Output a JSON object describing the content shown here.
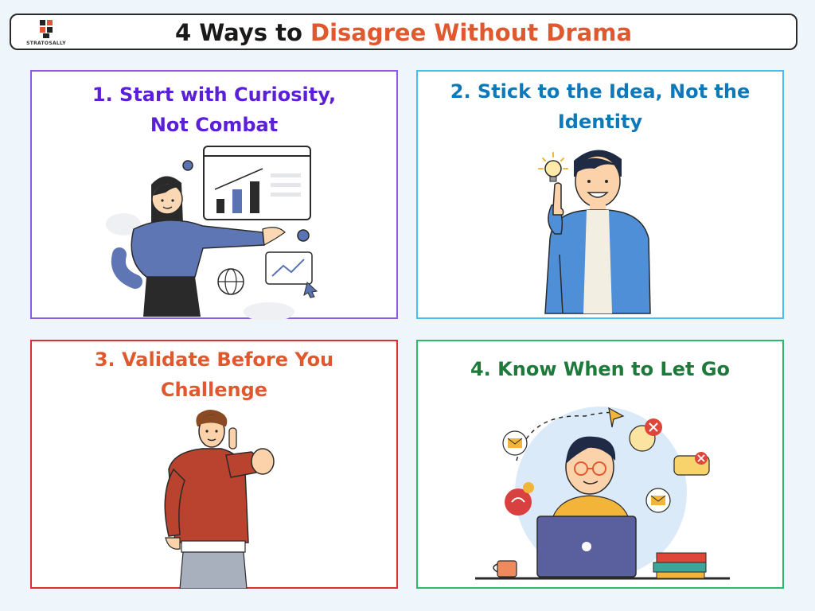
{
  "logo": {
    "text": "STRATOSALLY",
    "icon": "stratosally-logo"
  },
  "title": {
    "prefix": "4 Ways to",
    "accent": "Disagree Without Drama"
  },
  "colors": {
    "accent": "#e2582e",
    "card1_title": "#5a1fd6",
    "card2_title": "#0e78b8",
    "card3_title": "#e2582e",
    "card4_title": "#1d7a3a"
  },
  "cards": [
    {
      "line1": "1. Start with Curiosity,",
      "line2": "Not Combat",
      "illustration": "woman-presenting-chart-illustration"
    },
    {
      "line1": "2. Stick to the Idea, Not the",
      "line2": "Identity",
      "illustration": "man-with-lightbulb-idea-illustration"
    },
    {
      "line1": "3. Validate Before You",
      "line2": "Challenge",
      "illustration": "man-pointing-illustration"
    },
    {
      "line1": "4. Know When to Let Go",
      "line2": "",
      "illustration": "person-at-laptop-with-notifications-illustration"
    }
  ]
}
